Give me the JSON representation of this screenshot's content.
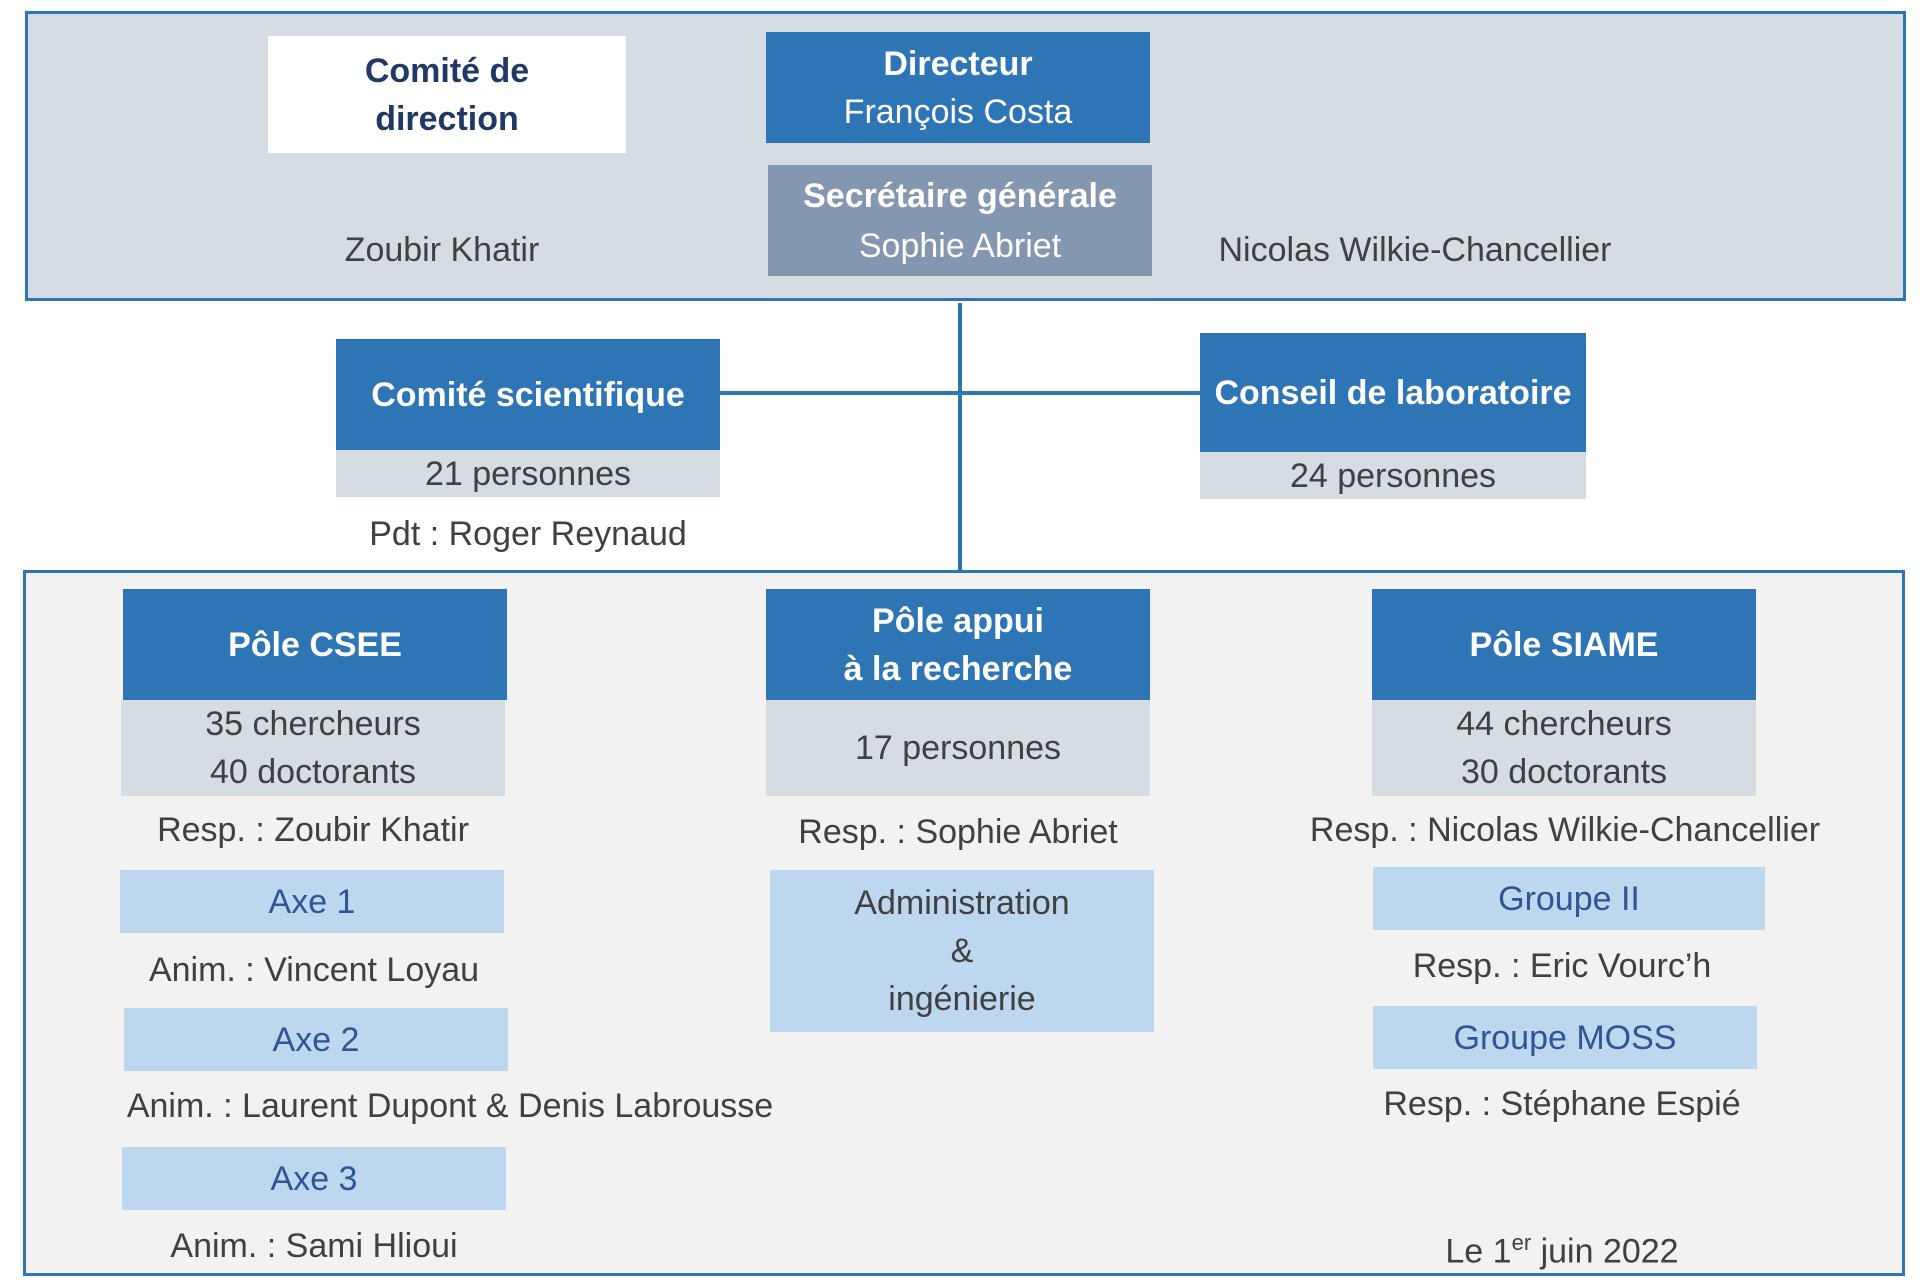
{
  "direction": {
    "comite_line1": "Comité de",
    "comite_line2": "direction",
    "directeur_title": "Directeur",
    "directeur_name": "François Costa",
    "secretaire_title": "Secrétaire générale",
    "secretaire_name": "Sophie Abriet",
    "member_left": "Zoubir Khatir",
    "member_right": "Nicolas Wilkie-Chancellier"
  },
  "comite_scientifique": {
    "title": "Comité scientifique",
    "count": "21 personnes",
    "president": "Pdt : Roger Reynaud"
  },
  "conseil_laboratoire": {
    "title": "Conseil de laboratoire",
    "count": "24 personnes"
  },
  "pole_csee": {
    "title": "Pôle CSEE",
    "line1": "35 chercheurs",
    "line2": "40 doctorants",
    "resp": "Resp. : Zoubir Khatir",
    "axes": [
      {
        "label": "Axe 1",
        "anim": "Anim. : Vincent Loyau"
      },
      {
        "label": "Axe 2",
        "anim": "Anim. : Laurent Dupont & Denis Labrousse"
      },
      {
        "label": "Axe 3",
        "anim": "Anim. : Sami Hlioui"
      }
    ]
  },
  "pole_appui": {
    "title_line1": "Pôle appui",
    "title_line2": "à la recherche",
    "count": "17 personnes",
    "resp": "Resp. : Sophie Abriet",
    "admin_line1": "Administration",
    "admin_line2": "&",
    "admin_line3": "ingénierie"
  },
  "pole_siame": {
    "title": "Pôle SIAME",
    "line1": "44 chercheurs",
    "line2": "30 doctorants",
    "resp": "Resp. : Nicolas Wilkie-Chancellier",
    "groups": [
      {
        "label": "Groupe II",
        "resp": "Resp. : Eric Vourc’h"
      },
      {
        "label": "Groupe MOSS",
        "resp": "Resp. : Stéphane Espié"
      }
    ]
  },
  "date": {
    "prefix": "Le 1",
    "sup": "er",
    "suffix": " juin 2022"
  },
  "colors": {
    "blue": "#2e75b6",
    "gray_blue": "#8497b0",
    "light_gray": "#d6dce4",
    "light_blue": "#bdd7ee",
    "panel": "#f2f2f2"
  }
}
